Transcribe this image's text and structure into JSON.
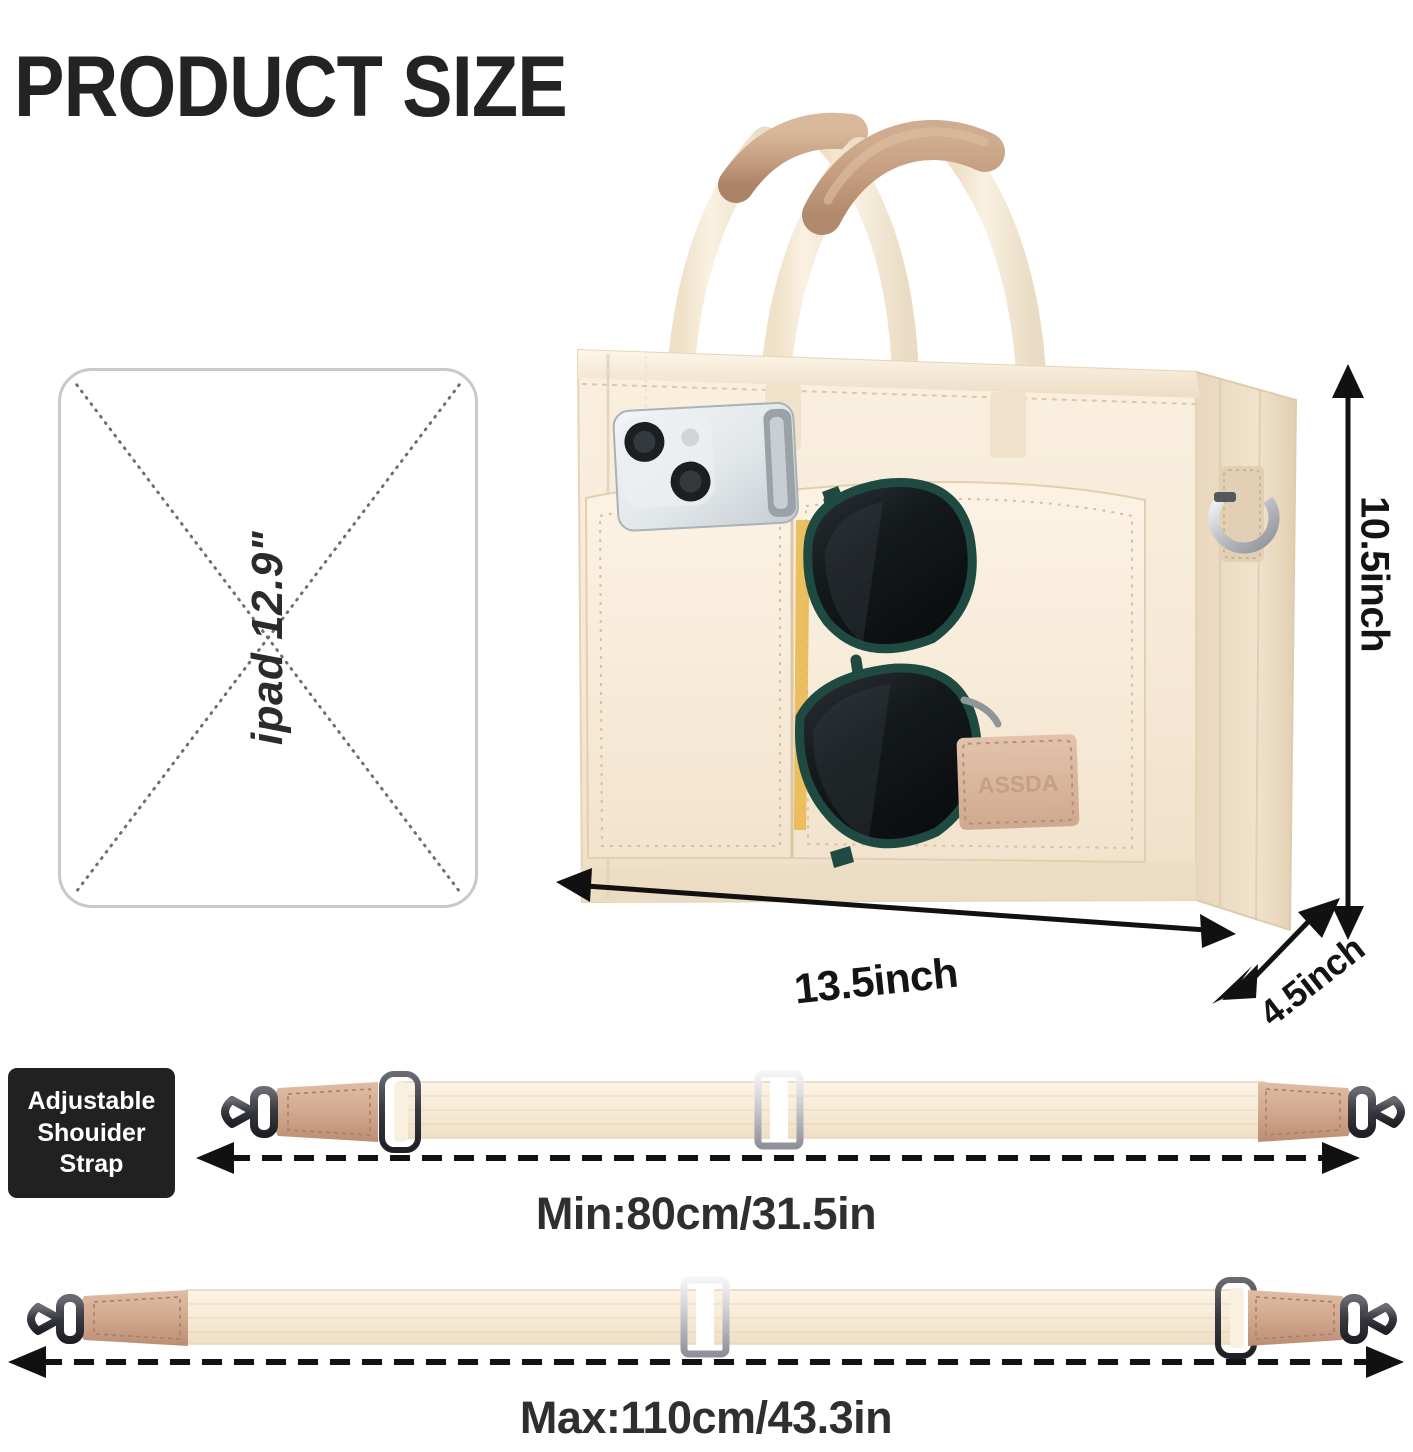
{
  "page": {
    "title": "PRODUCT SIZE",
    "background_color": "#ffffff"
  },
  "ipad_slot": {
    "label": "ipad 12.9\"",
    "outline_color": "#c9c9c9",
    "diagonal_style": "dotted"
  },
  "bag": {
    "canvas_color": "#f7ead6",
    "canvas_shadow_color": "#e6d4ba",
    "leather_color": "#c9a288",
    "webbing_color": "#f4e7d3",
    "hardware_color": "#c9c9cf",
    "brand_tag_text": "ASSDA",
    "brand_tag_color": "#d9b9a2",
    "sunglasses_lens_color": "#1d2224",
    "sunglasses_frame_color": "#1f4a42",
    "phone_color": "#e9ecee"
  },
  "dimensions": {
    "height": "10.5inch",
    "width": "13.5inch",
    "depth": "4.5inch",
    "arrow_color": "#111111"
  },
  "shoulder_strap_badge": {
    "line1": "Adjustable",
    "line2": "Shouider",
    "line3": "Strap",
    "background_color": "#212121",
    "text_color": "#ffffff"
  },
  "straps": [
    {
      "name": "min-strap",
      "measurement": "Min:80cm/31.5in",
      "webbing_color": "#faeedb",
      "leather_color": "#d4ad95",
      "clip_color": "#3b3b41",
      "slider_color": "#d7d7dd"
    },
    {
      "name": "max-strap",
      "measurement": "Max:110cm/43.3in",
      "webbing_color": "#faeedb",
      "leather_color": "#d4ad95",
      "clip_color": "#3b3b41",
      "slider_color": "#d7d7dd"
    }
  ]
}
